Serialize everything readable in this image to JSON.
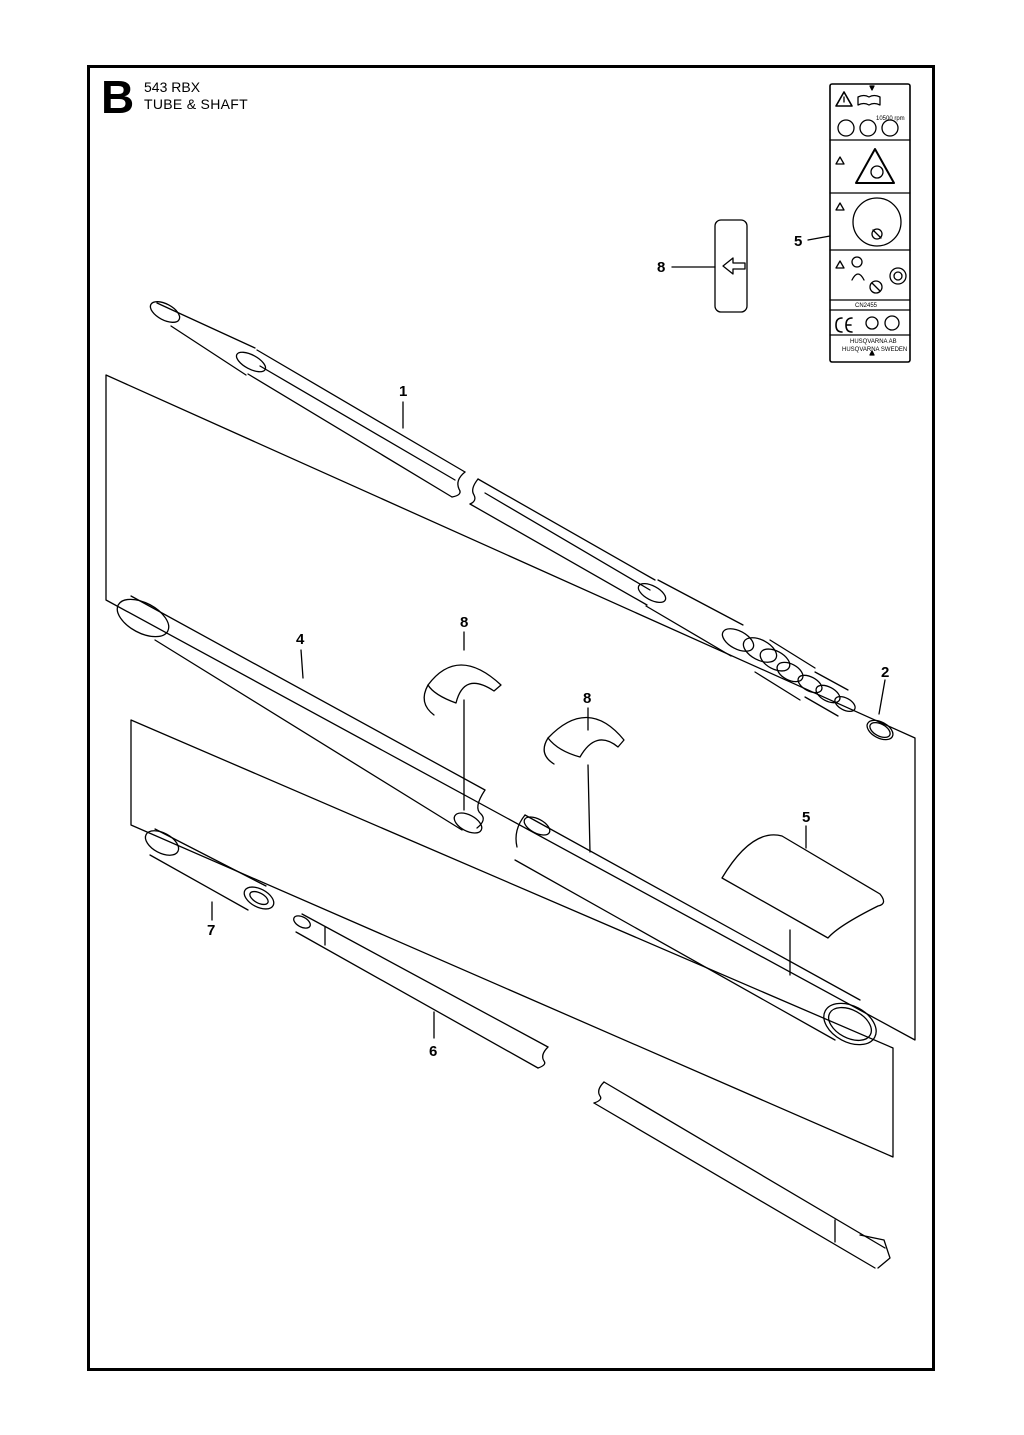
{
  "header": {
    "section_letter": "B",
    "model": "543 RBX",
    "subtitle": "TUBE & SHAFT"
  },
  "decal": {
    "rpm_text": "10500 rpm",
    "part_code": "CN2455",
    "maker_line_1": "HUSQVARNA AB",
    "maker_line_2": "HUSQVARNA SWEDEN"
  },
  "callouts": [
    "1",
    "2",
    "4",
    "5",
    "5",
    "6",
    "7",
    "8",
    "8",
    "8"
  ]
}
